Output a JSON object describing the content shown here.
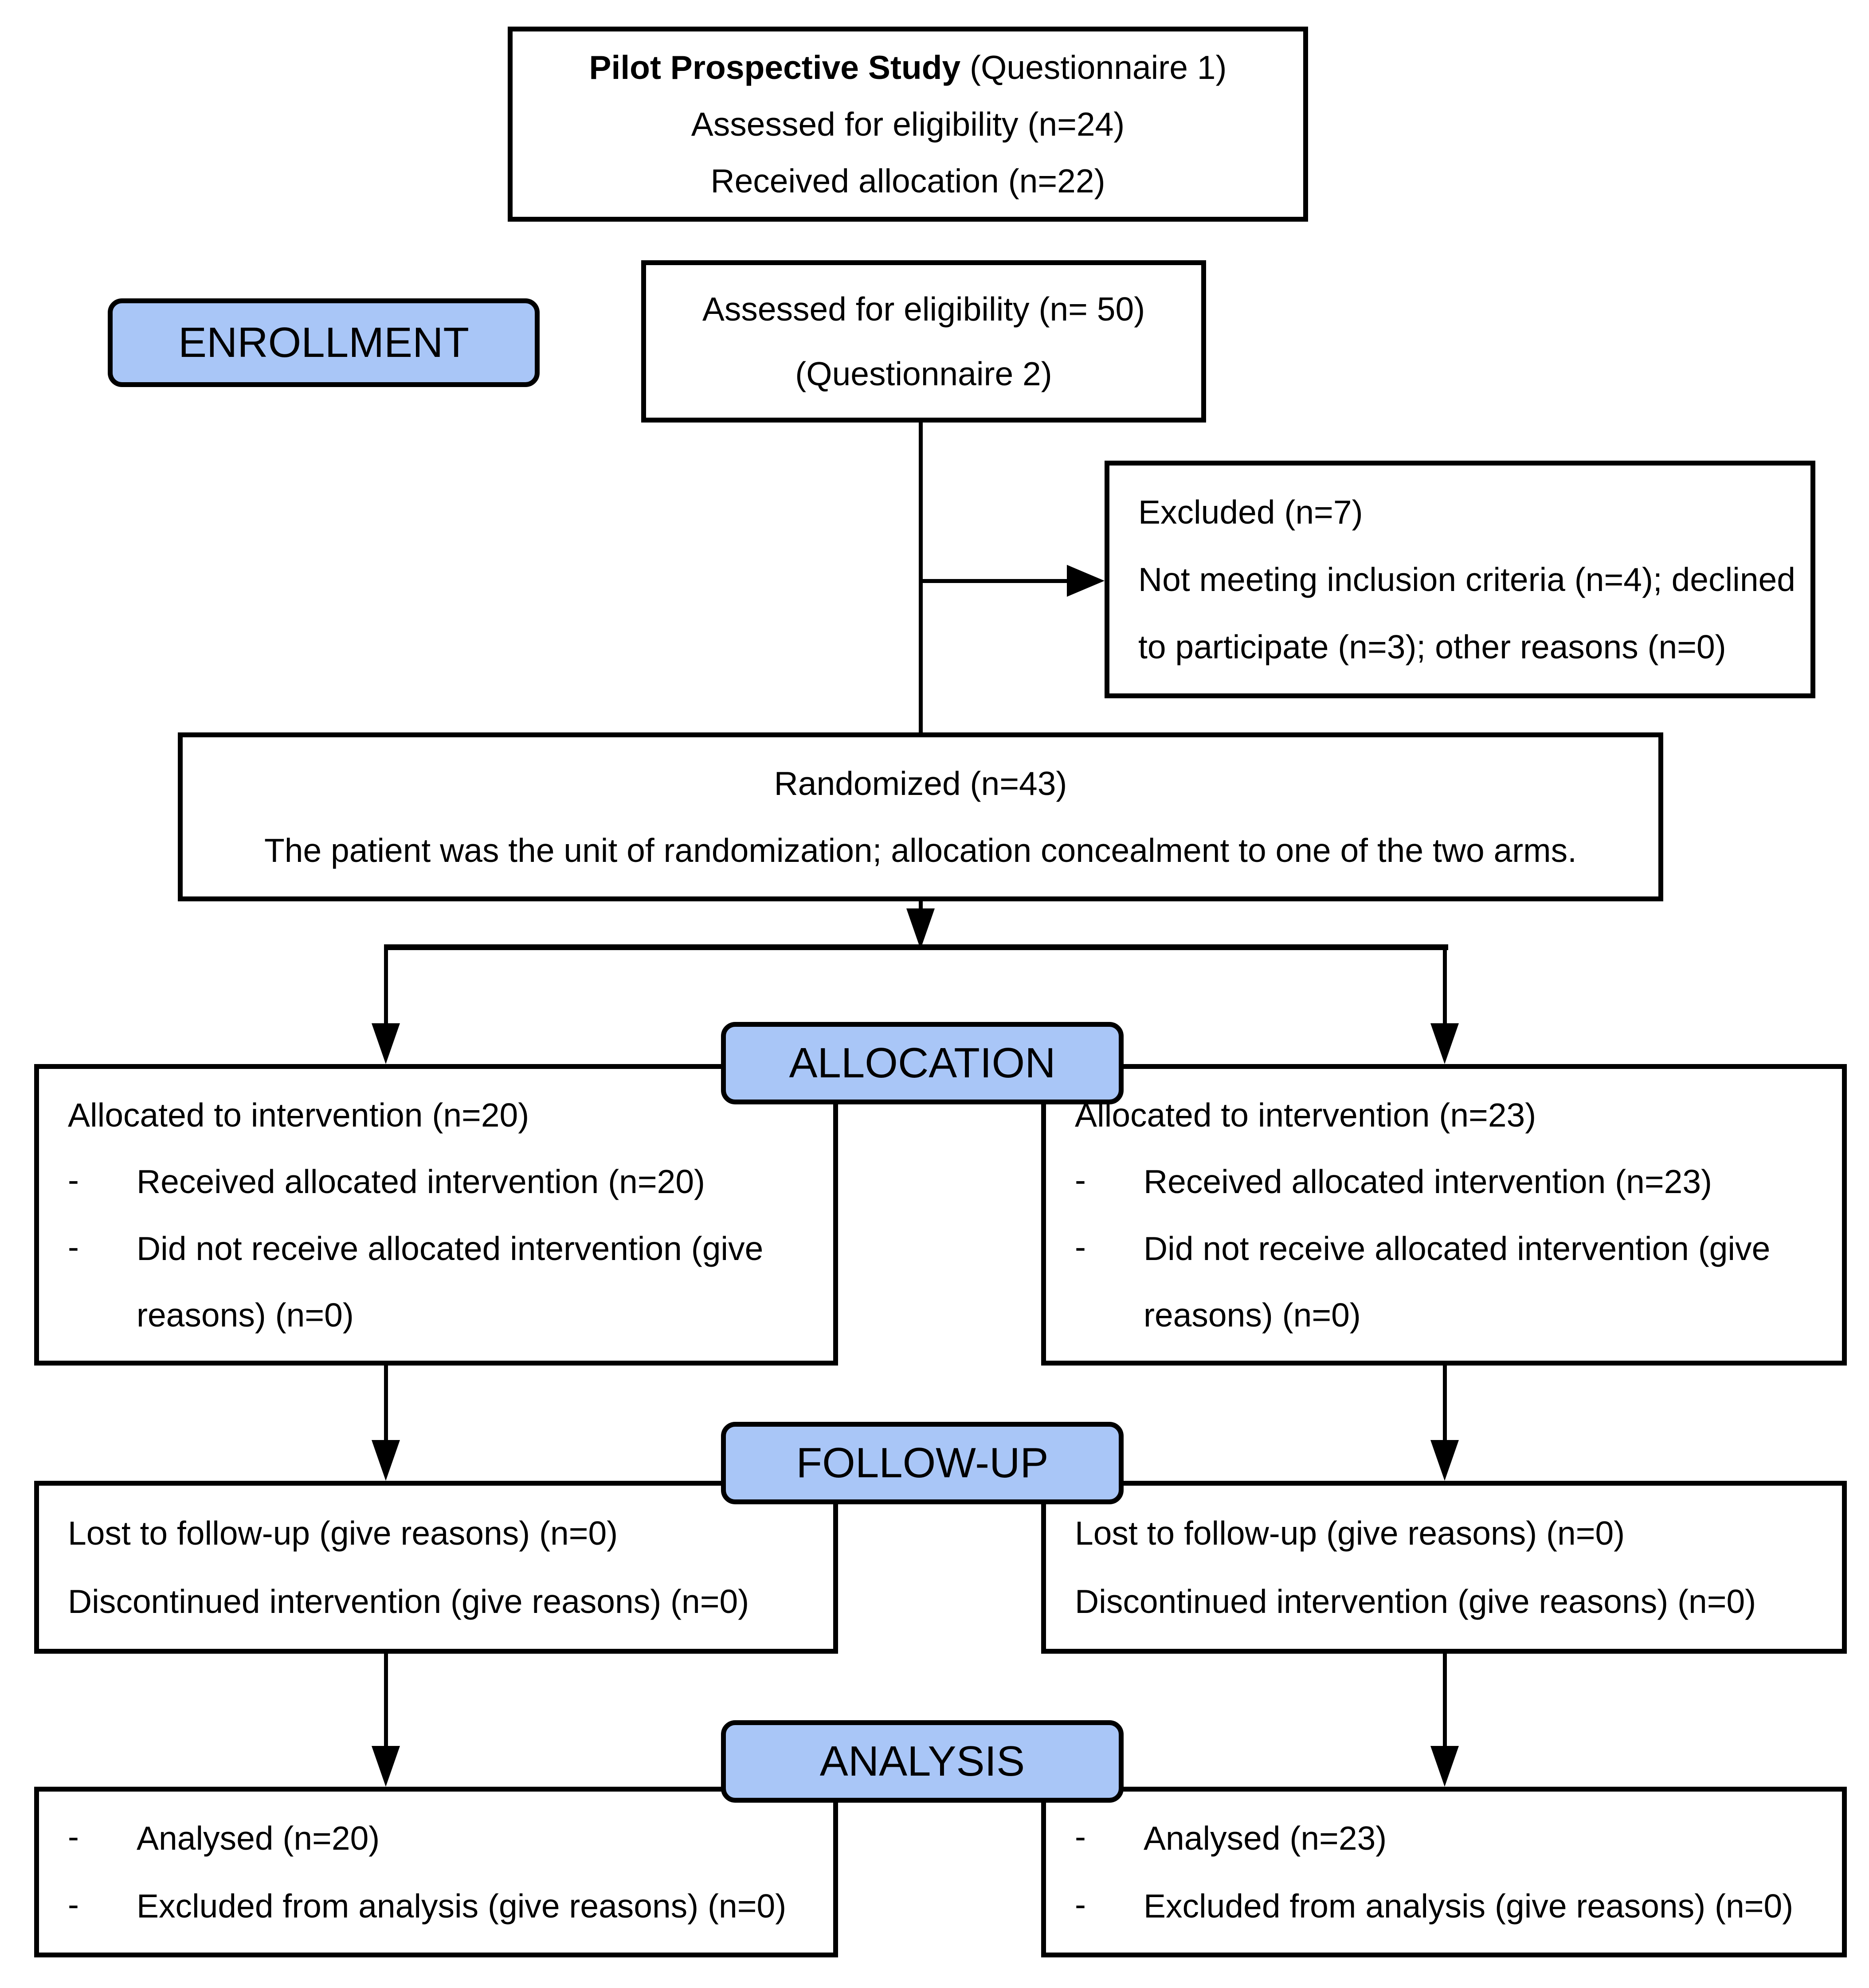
{
  "figure": {
    "colors": {
      "stage_fill": "#A9C6F7",
      "border": "#000000",
      "text": "#000000",
      "background": "#FFFFFF"
    },
    "top_box": {
      "title_bold": "Pilot Prospective Study",
      "title_rest": " (Questionnaire 1)",
      "line2": "Assessed for eligibility (n=24)",
      "line3": "Received allocation (n=22)"
    },
    "enrollment_label": "ENROLLMENT",
    "assessed_box": {
      "line1": "Assessed for eligibility (n= 50)",
      "line2": "(Questionnaire 2)"
    },
    "excluded_box": {
      "line1": "Excluded (n=7)",
      "line2": "Not meeting inclusion criteria (n=4); declined",
      "line3": "to participate (n=3); other reasons (n=0)"
    },
    "randomized_box": {
      "line1": "Randomized (n=43)",
      "line2": "The patient was the unit of randomization; allocation concealment to one of the two arms."
    },
    "allocation_label": "ALLOCATION",
    "allocation_left": {
      "header": "Allocated to intervention (n=20)",
      "bullet_marker": "-",
      "bullet1": "Received allocated intervention (n=20)",
      "bullet2_line1": "Did not receive allocated intervention (give",
      "bullet2_line2": "reasons) (n=0)"
    },
    "allocation_right": {
      "header": "Allocated to intervention (n=23)",
      "bullet_marker": "-",
      "bullet1": "Received allocated intervention (n=23)",
      "bullet2_line1": "Did not receive allocated intervention (give",
      "bullet2_line2": "reasons) (n=0)"
    },
    "followup_label": "FOLLOW-UP",
    "followup_left": {
      "line1": "Lost to follow-up (give reasons) (n=0)",
      "line2": "Discontinued intervention (give reasons) (n=0)"
    },
    "followup_right": {
      "line1": "Lost to follow-up (give reasons) (n=0)",
      "line2": "Discontinued intervention (give reasons) (n=0)"
    },
    "analysis_label": "ANALYSIS",
    "analysis_left": {
      "bullet_marker": "-",
      "bullet1": "Analysed (n=20)",
      "bullet2": "Excluded from analysis (give reasons) (n=0)"
    },
    "analysis_right": {
      "bullet_marker": "-",
      "bullet1": "Analysed (n=23)",
      "bullet2": "Excluded from analysis (give reasons) (n=0)"
    }
  }
}
